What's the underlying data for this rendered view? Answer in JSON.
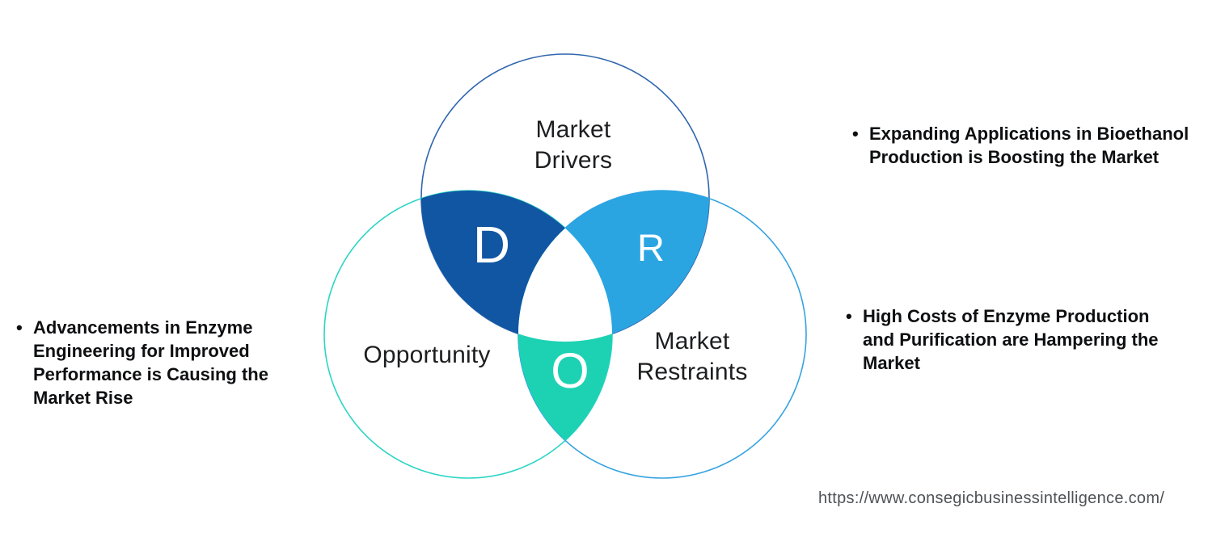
{
  "venn": {
    "circles": {
      "drivers": {
        "label": "Market\nDrivers",
        "letter": "D",
        "stroke": "#2f66ad",
        "overlap_fill": "#1156a3"
      },
      "opportunity": {
        "label": "Opportunity",
        "letter": "O",
        "stroke": "#2cd5c5",
        "overlap_fill": "#1dd2b3"
      },
      "restraints": {
        "label": "Market\nRestraints",
        "letter": "R",
        "stroke": "#36a3e0",
        "overlap_fill": "#2aa5e2"
      }
    },
    "center_fill": "#ffffff"
  },
  "bullets": {
    "left": {
      "marker": "•",
      "text": "Advancements in Enzyme\nEngineering for Improved\nPerformance is Causing the\nMarket Rise"
    },
    "right_top": {
      "marker": "•",
      "text": "Expanding Applications in Bioethanol\nProduction is Boosting the Market"
    },
    "right_bottom": {
      "marker": "•",
      "text": "High Costs of Enzyme Production\nand Purification are Hampering the\nMarket"
    }
  },
  "footer": {
    "url": "https://www.consegicbusinessintelligence.com/"
  }
}
